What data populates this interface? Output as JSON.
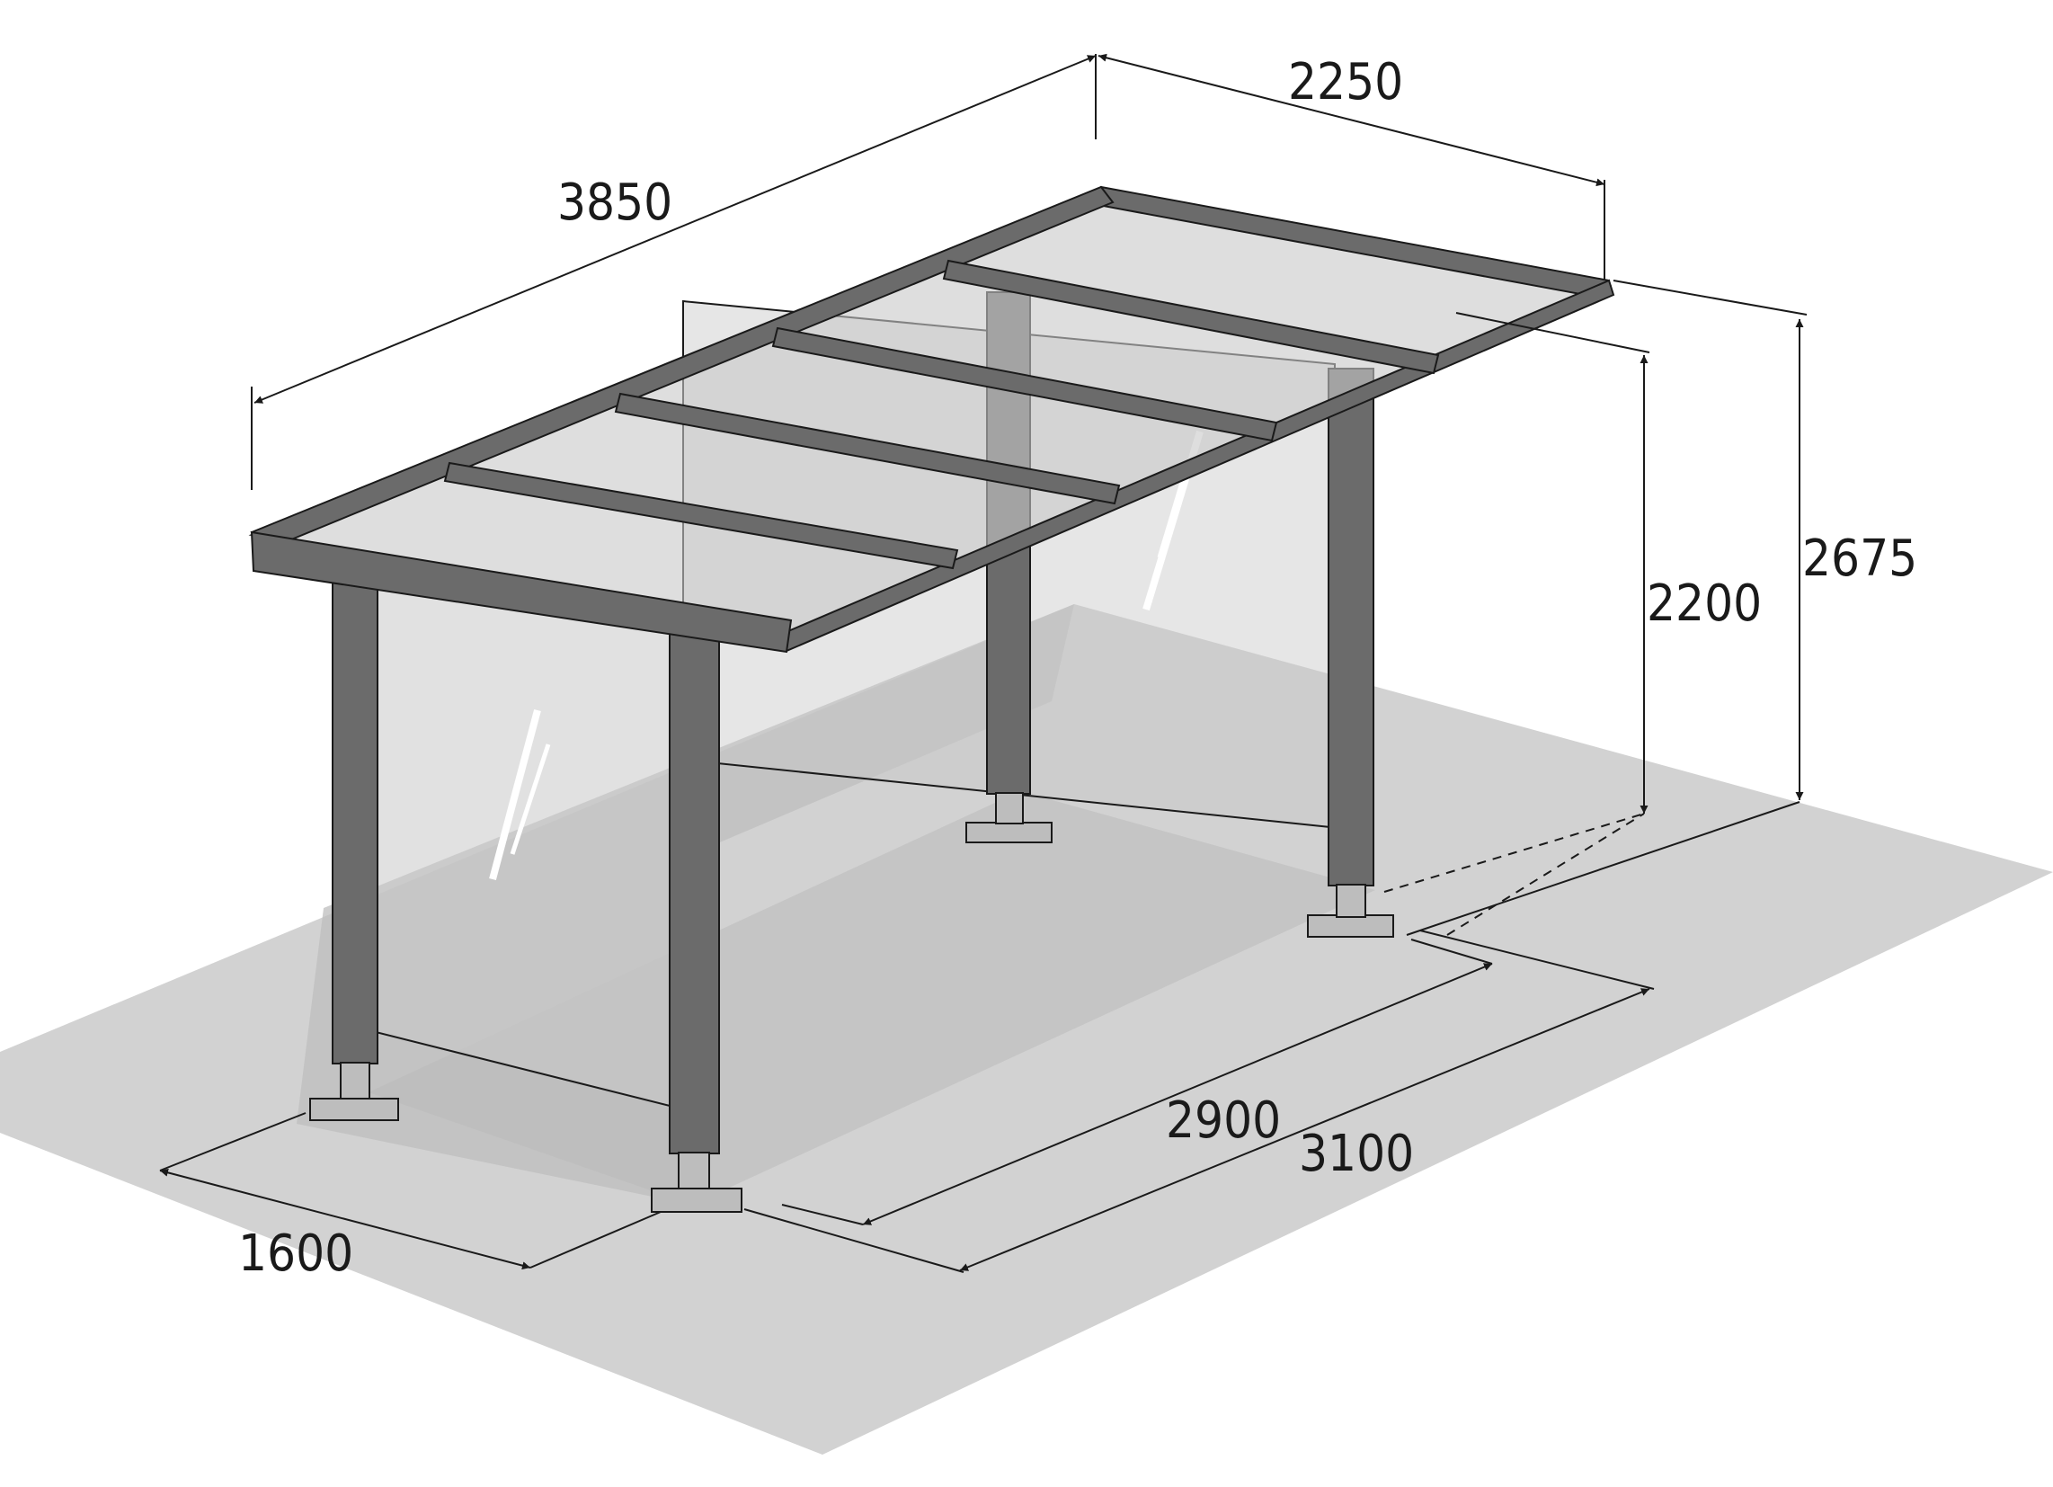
{
  "dimensions": {
    "total_length": "3850",
    "roof_depth": "2250",
    "total_height": "2675",
    "clear_height": "2200",
    "post_span_length": "2900",
    "footprint_length": "3100",
    "footprint_depth": "1600"
  },
  "colors": {
    "background": "#ffffff",
    "ground": "#d2d2d2",
    "ground_shadow": "#b9b9b9",
    "frame": "#6b6b6b",
    "outline": "#1a1a1a",
    "glass": "#c8c8c8",
    "base_plate": "#bdbdbd"
  }
}
